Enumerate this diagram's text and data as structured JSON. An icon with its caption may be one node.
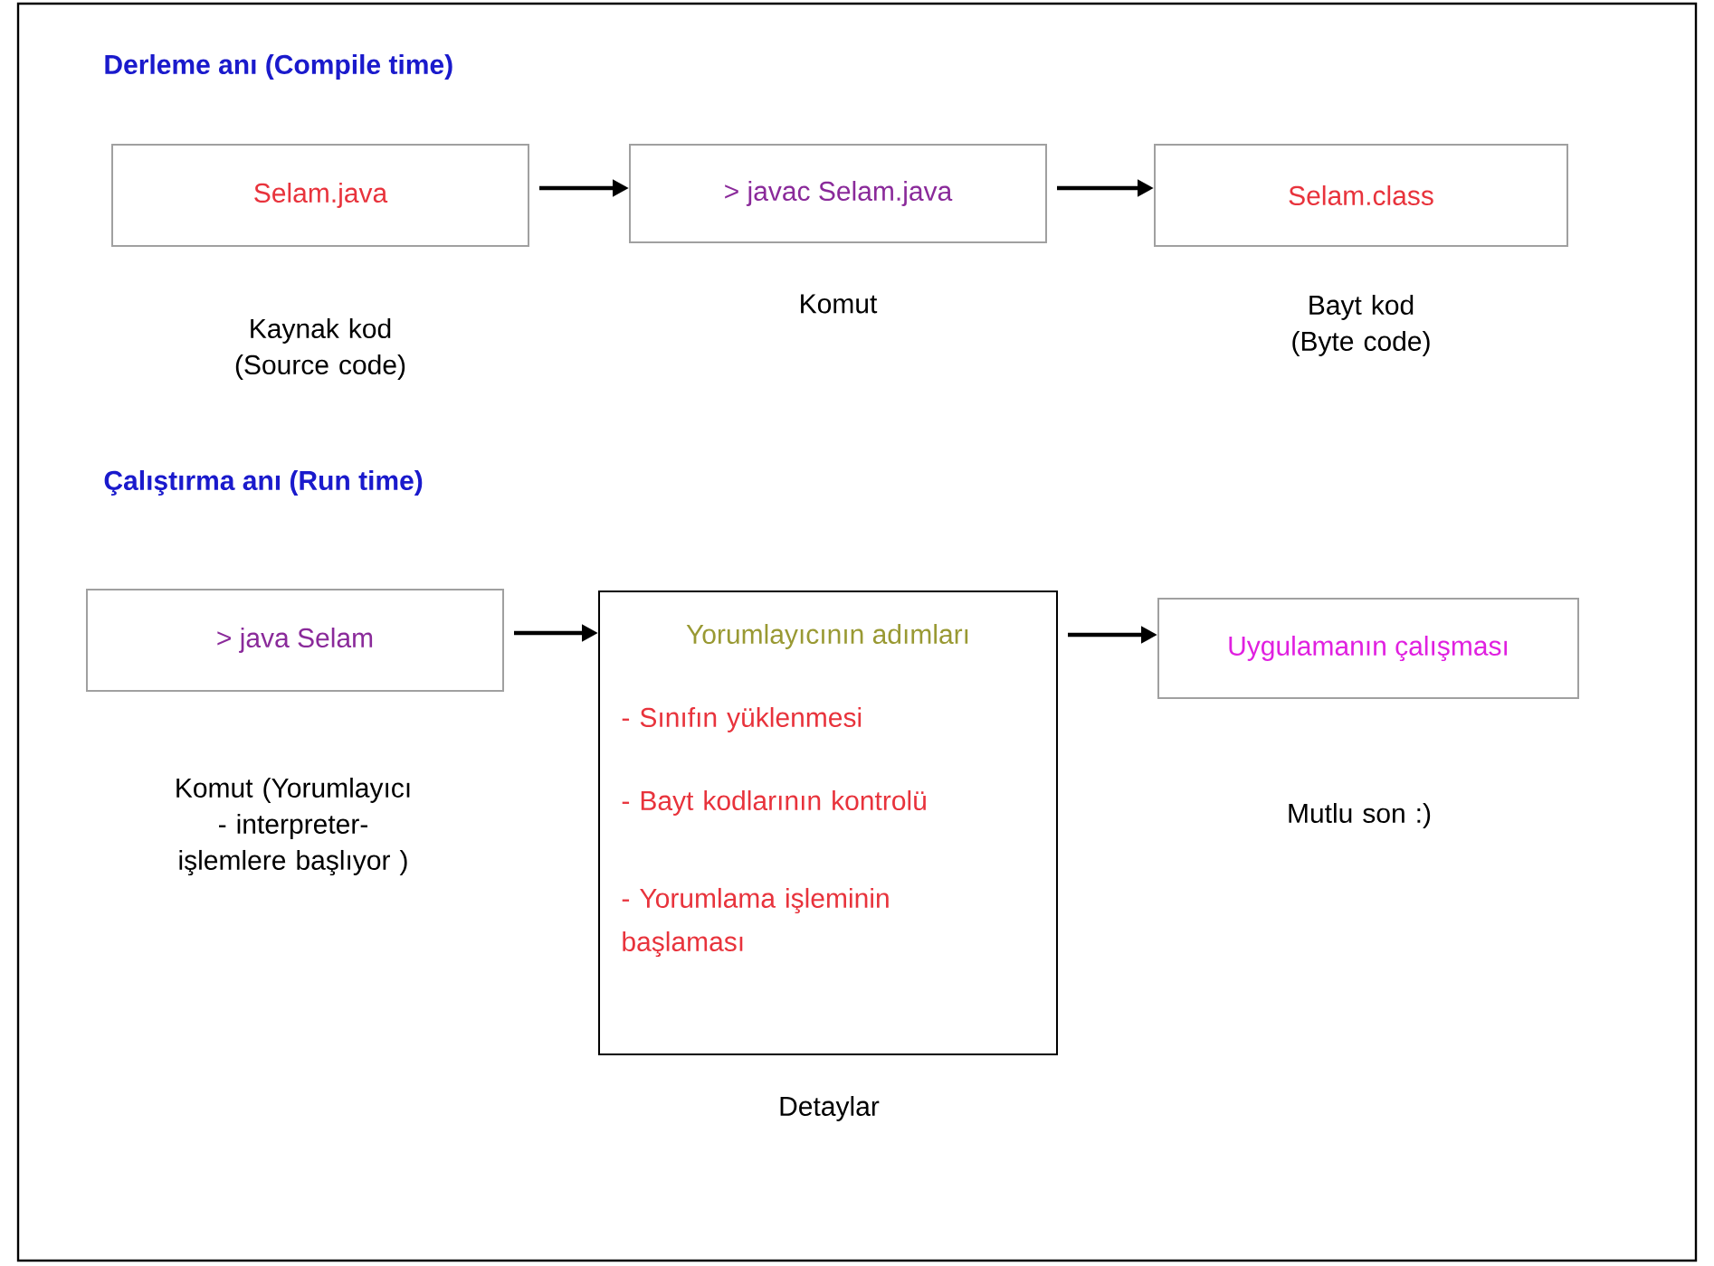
{
  "diagram": {
    "nodes": [
      {
        "text": [
          "Selam.java"
        ],
        "beside": [
          "Kaynak kod (Source code)"
        ]
      },
      {
        "text": [
          "> javac Selam.java"
        ],
        "beside": [
          "Komut"
        ]
      },
      {
        "text": [
          "Selam.class"
        ],
        "beside": [
          "Bayt kod (Byte code)"
        ]
      },
      {
        "text": [
          "> java Selam"
        ],
        "beside": [
          "Komut (Yorumlayıcı - interpreter- işlemlere başlıyor )"
        ]
      },
      {
        "text": [
          "Yorumlayıcının adımları",
          "- Sınıfın yüklenmesi",
          "- Bayt kodlarının kontrolü",
          "- Yorumlama işleminin başlaması"
        ],
        "beside": [
          "Detaylar"
        ]
      },
      {
        "text": [
          "Uygulamanın çalışması"
        ],
        "beside": [
          "Mutlu son :)"
        ]
      }
    ],
    "edges": [
      {
        "from": 0,
        "to": 1,
        "arrow": "to"
      },
      {
        "from": 1,
        "to": 2,
        "arrow": "to"
      },
      {
        "from": 3,
        "to": 4,
        "arrow": "to"
      },
      {
        "from": 4,
        "to": 5,
        "arrow": "to"
      }
    ],
    "labels": [
      "Derleme anı (Compile time)",
      "Çalıştırma anı (Run time)"
    ]
  }
}
